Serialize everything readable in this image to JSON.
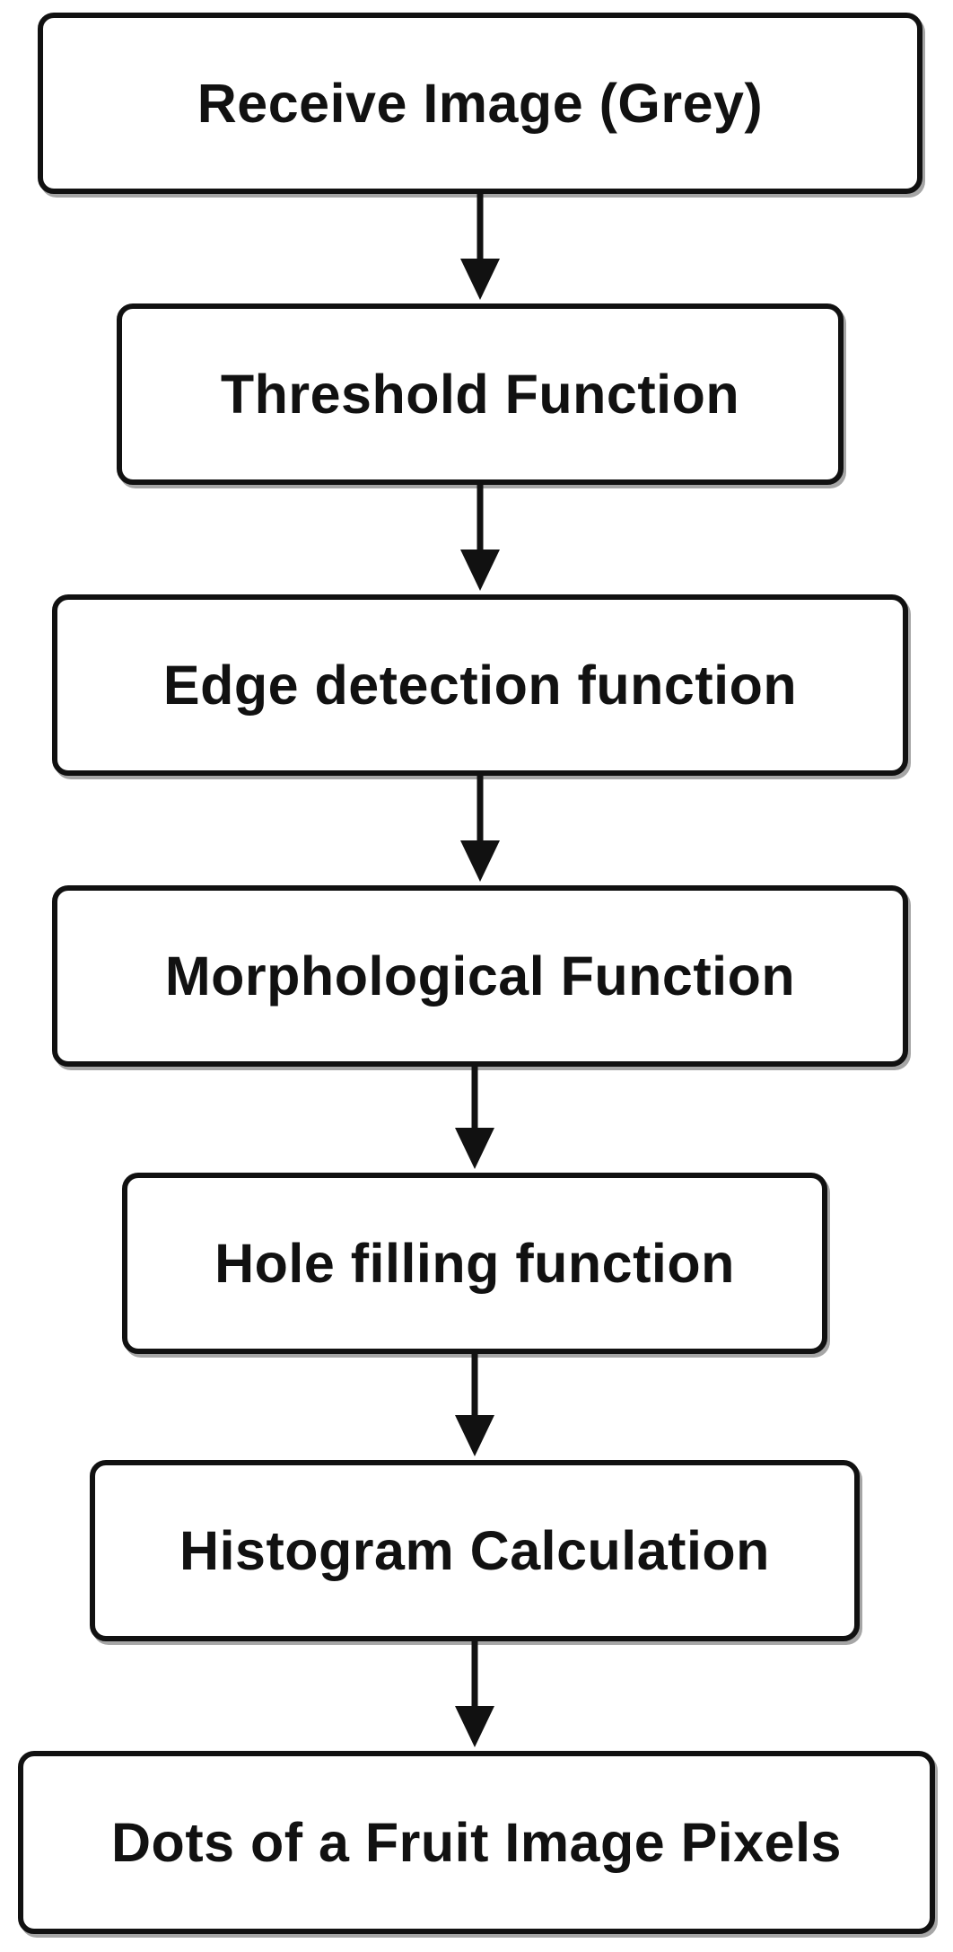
{
  "diagram": {
    "steps": [
      {
        "label": "Receive Image (Grey)"
      },
      {
        "label": "Threshold Function"
      },
      {
        "label": "Edge detection function"
      },
      {
        "label": "Morphological Function"
      },
      {
        "label": "Hole filling function"
      },
      {
        "label": "Histogram Calculation"
      },
      {
        "label": "Dots of a Fruit Image Pixels"
      }
    ],
    "colors": {
      "stroke": "#111111",
      "fill": "#ffffff",
      "text": "#111111"
    }
  }
}
